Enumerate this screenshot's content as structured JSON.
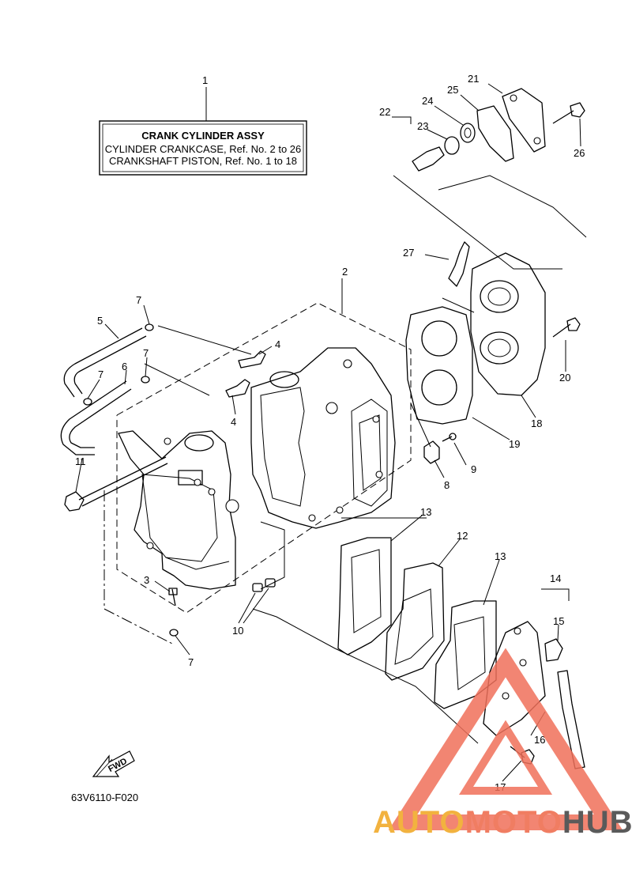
{
  "title_box": {
    "title": "CRANK CYLINDER ASSY",
    "line1": "CYLINDER CRANKCASE,  Ref. No. 2 to 26",
    "line2": "CRANKSHAFT PISTON,  Ref. No. 1 to 18"
  },
  "callouts": {
    "c1": "1",
    "c2": "2",
    "c3": "3",
    "c4a": "4",
    "c4b": "4",
    "c5": "5",
    "c6": "6",
    "c7a": "7",
    "c7b": "7",
    "c7c": "7",
    "c7d": "7",
    "c8": "8",
    "c9": "9",
    "c10": "10",
    "c11": "11",
    "c12": "12",
    "c13a": "13",
    "c13b": "13",
    "c14": "14",
    "c15": "15",
    "c16": "16",
    "c17": "17",
    "c18": "18",
    "c19": "19",
    "c20": "20",
    "c21": "21",
    "c22": "22",
    "c23": "23",
    "c24": "24",
    "c25": "25",
    "c26": "26",
    "c27": "27"
  },
  "fwd_label": "FWD",
  "drawing_code": "63V6110-F020",
  "watermark": {
    "part1": "AUTO",
    "part2": "MOTO",
    "part3": "HUB",
    "colors": {
      "auto": "#f2b23f",
      "moto": "#f07d62",
      "hub": "#5a5a5a",
      "triangle": "#f0705a"
    }
  }
}
